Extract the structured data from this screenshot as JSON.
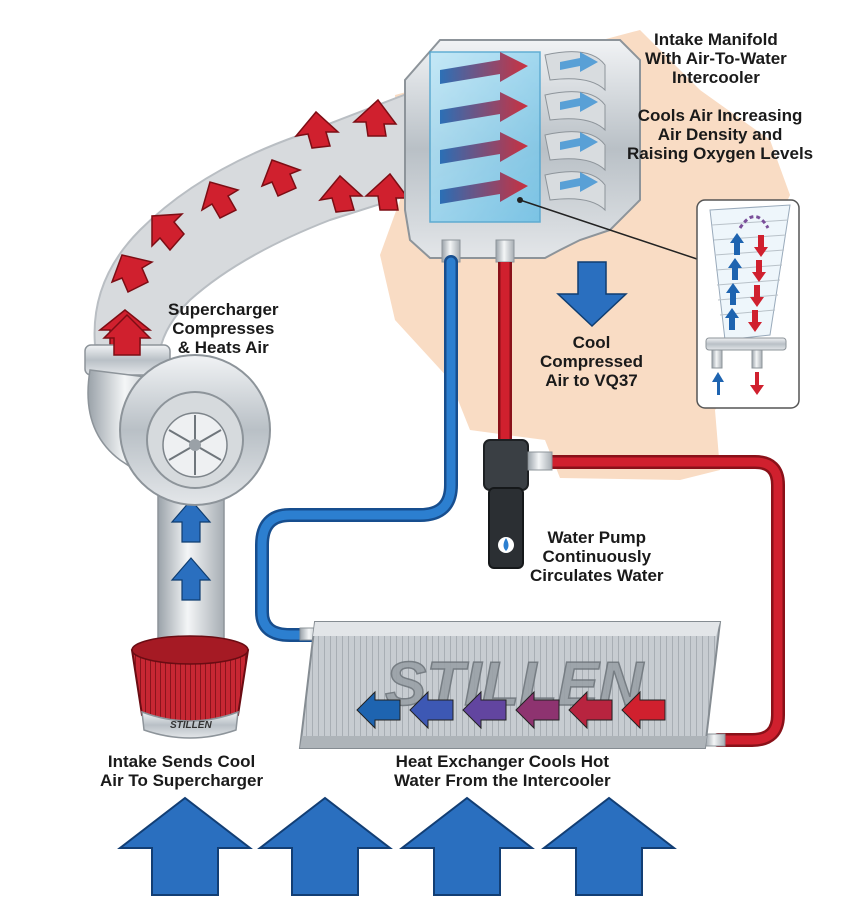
{
  "labels": {
    "intake_manifold": [
      "Intake Manifold",
      "With Air-To-Water",
      "Intercooler"
    ],
    "cools_air": [
      "Cools Air Increasing",
      "Air Density and",
      "Raising Oxygen Levels"
    ],
    "supercharger": [
      "Supercharger",
      "Compresses",
      "& Heats Air"
    ],
    "cool_compressed": [
      "Cool",
      "Compressed",
      "Air to VQ37"
    ],
    "water_pump": [
      "Water Pump",
      "Continuously",
      "Circulates Water"
    ],
    "intake_sends": [
      "Intake Sends Cool",
      "Air To Supercharger"
    ],
    "heat_exchanger": [
      "Heat Exchanger Cools Hot",
      "Water From the Intercooler"
    ]
  },
  "logos": {
    "heat_exchanger_brand": "STILLEN",
    "filter_brand": "STILLEN"
  },
  "colors": {
    "hot": "#d0202e",
    "cold": "#1e64b0",
    "engine_bg": "#f9dcc4",
    "metal": "#c9ced3",
    "glass": "#8fd0ee"
  }
}
